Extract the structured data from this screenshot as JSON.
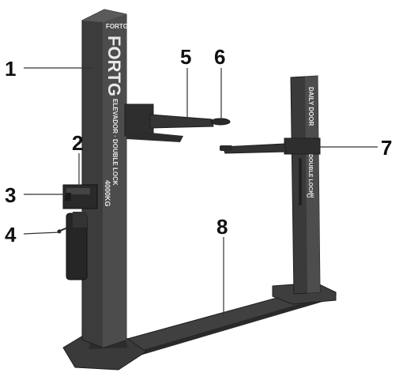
{
  "colors": {
    "post_dark": "#3a3a3a",
    "post_mid": "#4a4a4a",
    "post_light": "#5c5c5c",
    "edge": "#1e1e1e",
    "callout_text": "#111111",
    "leader": "#333333",
    "brand_text": "#e8e8e8"
  },
  "product": {
    "logo_small": "FORTG",
    "logo_large": "FORTG",
    "model_line_1": "ELEVADOR · DOUBLE LOCK",
    "capacity": "4000KG",
    "right_post_text_1": "DAILY DOOR",
    "right_post_text_2": "DOUBLE LOCK",
    "ce_mark": "CE"
  },
  "callouts": [
    {
      "id": "1",
      "label": "1",
      "part": "main-post"
    },
    {
      "id": "2",
      "label": "2",
      "part": "control-box"
    },
    {
      "id": "3",
      "label": "3",
      "part": "power-unit-switch"
    },
    {
      "id": "4",
      "label": "4",
      "part": "hydraulic-pump"
    },
    {
      "id": "5",
      "label": "5",
      "part": "lift-arm"
    },
    {
      "id": "6",
      "label": "6",
      "part": "lift-pad"
    },
    {
      "id": "7",
      "label": "7",
      "part": "secondary-post"
    },
    {
      "id": "8",
      "label": "8",
      "part": "floor-plate"
    }
  ]
}
